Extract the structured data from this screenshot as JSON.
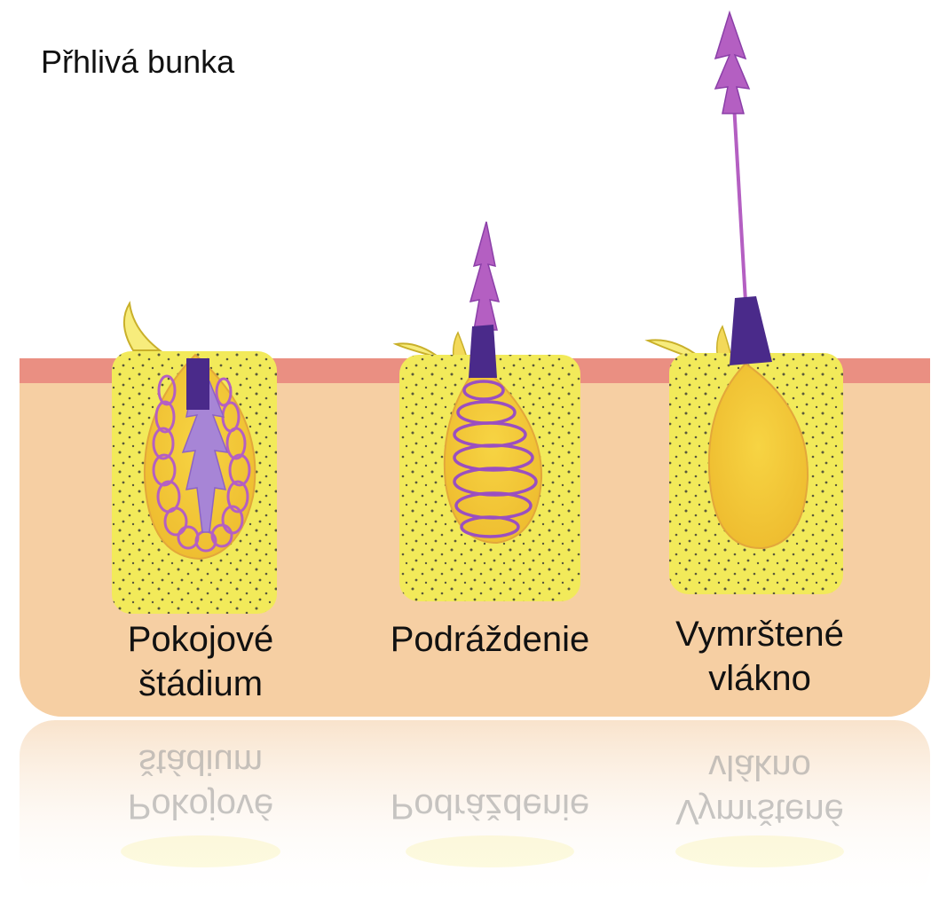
{
  "title": "Přhlivá bunka",
  "stages": [
    {
      "line1": "Pokojové",
      "line2": "štádium"
    },
    {
      "line1": "Podráždenie",
      "line2": ""
    },
    {
      "line1": "Vymrštené",
      "line2": "vlákno"
    }
  ],
  "colors": {
    "skin": "#f6cfa3",
    "skin_surface": "#ea8f82",
    "cell": "#f2ea5a",
    "capsule": "#f5c93a",
    "thread": "#b45fc2",
    "operculum": "#4a2a8a"
  }
}
